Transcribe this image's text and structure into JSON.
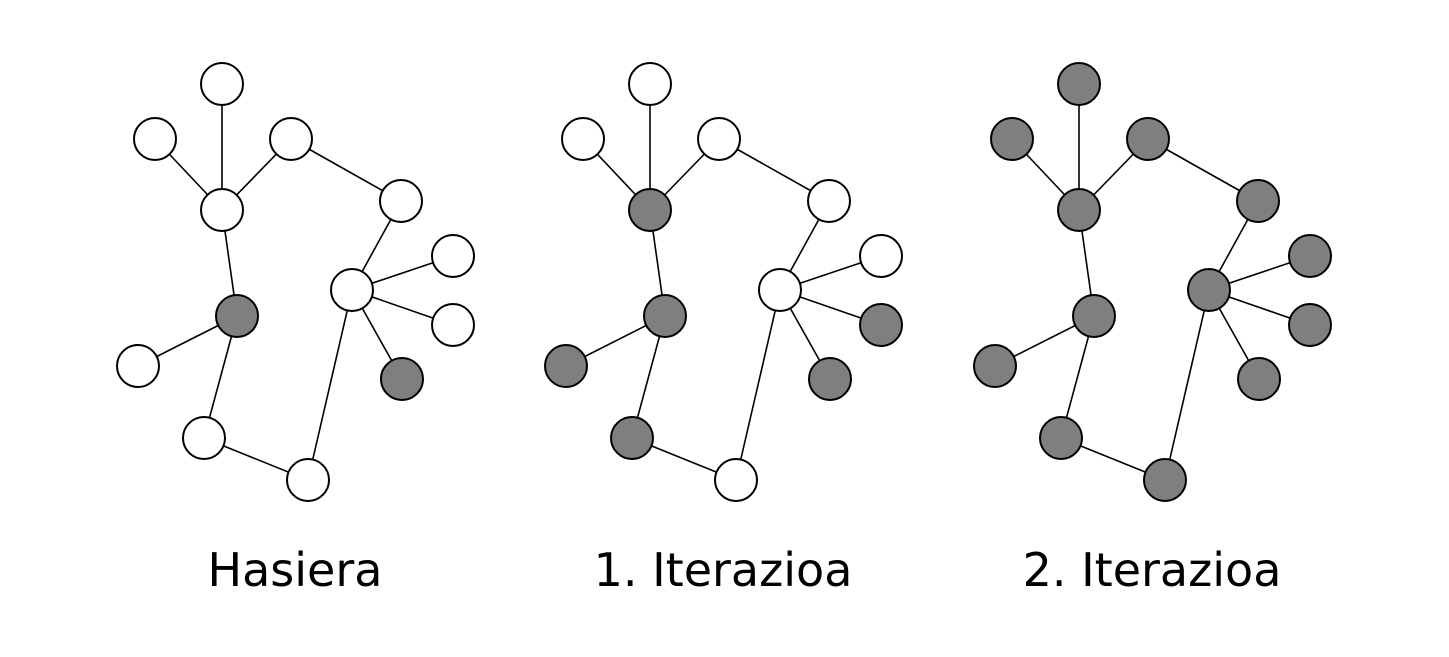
{
  "colors": {
    "active_fill": "#7f7f7f",
    "inactive_fill": "#ffffff",
    "stroke": "#000000",
    "background": "#ffffff"
  },
  "panels": [
    {
      "label": "Hasiera",
      "active_nodes": [
        4,
        12
      ]
    },
    {
      "label": "1. Iterazioa",
      "active_nodes": [
        2,
        4,
        5,
        6,
        11,
        12
      ]
    },
    {
      "label": "2. Iterazioa",
      "active_nodes": [
        0,
        1,
        2,
        3,
        4,
        5,
        6,
        7,
        8,
        9,
        10,
        11,
        12
      ]
    }
  ],
  "nodes": [
    {
      "id": 0,
      "name": "top"
    },
    {
      "id": 1,
      "name": "upper-left"
    },
    {
      "id": 2,
      "name": "hub-upper"
    },
    {
      "id": 3,
      "name": "upper-mid"
    },
    {
      "id": 4,
      "name": "center"
    },
    {
      "id": 5,
      "name": "left"
    },
    {
      "id": 6,
      "name": "lower"
    },
    {
      "id": 7,
      "name": "bottom"
    },
    {
      "id": 8,
      "name": "right-upper"
    },
    {
      "id": 9,
      "name": "hub-right"
    },
    {
      "id": 10,
      "name": "far-right-1"
    },
    {
      "id": 11,
      "name": "far-right-2"
    },
    {
      "id": 12,
      "name": "far-right-3"
    }
  ],
  "edges": [
    [
      0,
      2
    ],
    [
      1,
      2
    ],
    [
      3,
      2
    ],
    [
      2,
      4
    ],
    [
      4,
      5
    ],
    [
      4,
      6
    ],
    [
      6,
      7
    ],
    [
      7,
      9
    ],
    [
      3,
      8
    ],
    [
      8,
      9
    ],
    [
      9,
      10
    ],
    [
      9,
      11
    ],
    [
      9,
      12
    ]
  ]
}
